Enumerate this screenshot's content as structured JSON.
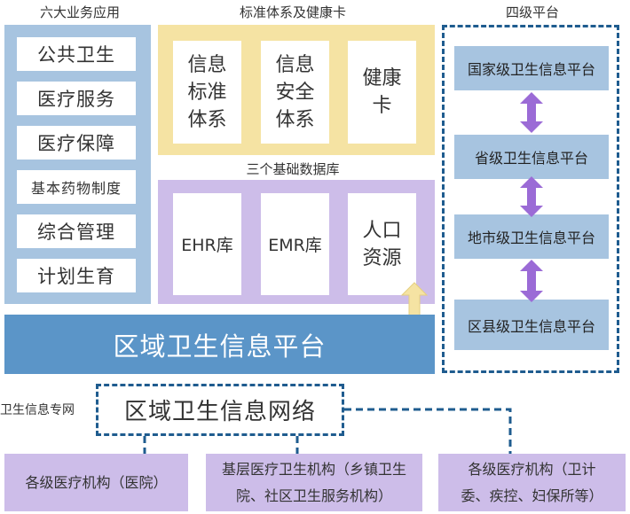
{
  "colors": {
    "blue_panel": "#a7c4e0",
    "yellow_panel": "#f5e3a3",
    "purple_panel": "#cdbde9",
    "region_bar": "#5b95c8",
    "dashed_border": "#1f5c8f",
    "arrow_purple": "#9b6bd6",
    "arrow_yellow": "#f5e3a3"
  },
  "titles": {
    "six_services": "六大业务应用",
    "standards": "标准体系及健康卡",
    "databases": "三个基础数据库",
    "four_platforms": "四级平台"
  },
  "six_services": [
    "公共卫生",
    "医疗服务",
    "医疗保障",
    "基本药物制度",
    "综合管理",
    "计划生育"
  ],
  "standards": [
    "信息\n标准\n体系",
    "信息\n安全\n体系",
    "健康\n卡"
  ],
  "databases": [
    "EHR库",
    "EMR库",
    "人口\n资源"
  ],
  "platforms": [
    "国家级卫生信息平台",
    "省级卫生信息平台",
    "地市级卫生信息平台",
    "区县级卫生信息平台"
  ],
  "region_platform": "区域卫生信息平台",
  "network": {
    "side_label": "卫生信息专网",
    "title": "区域卫生信息网络"
  },
  "institutions": [
    "各级医疗机构（医院）",
    "基层医疗卫生机构（乡镇卫生\n院、社区卫生服务机构）",
    "各级医疗机构（卫计\n委、疾控、妇保所等）"
  ],
  "icons": {
    "platform_arrows": "double-headed-vertical-arrow",
    "db_arrow": "double-headed-vertical-arrow"
  }
}
